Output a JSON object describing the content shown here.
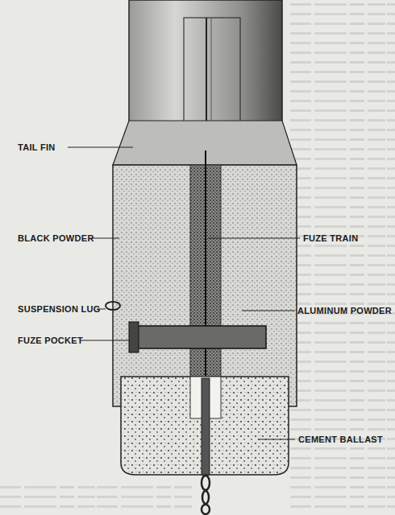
{
  "diagram": {
    "labels": [
      "TAIL FIN",
      "BLACK POWDER",
      "FUZE TRAIN",
      "SUSPENSION LUG",
      "ALUMINUM POWDER",
      "FUZE POCKET",
      "CEMENT BALLAST"
    ]
  }
}
